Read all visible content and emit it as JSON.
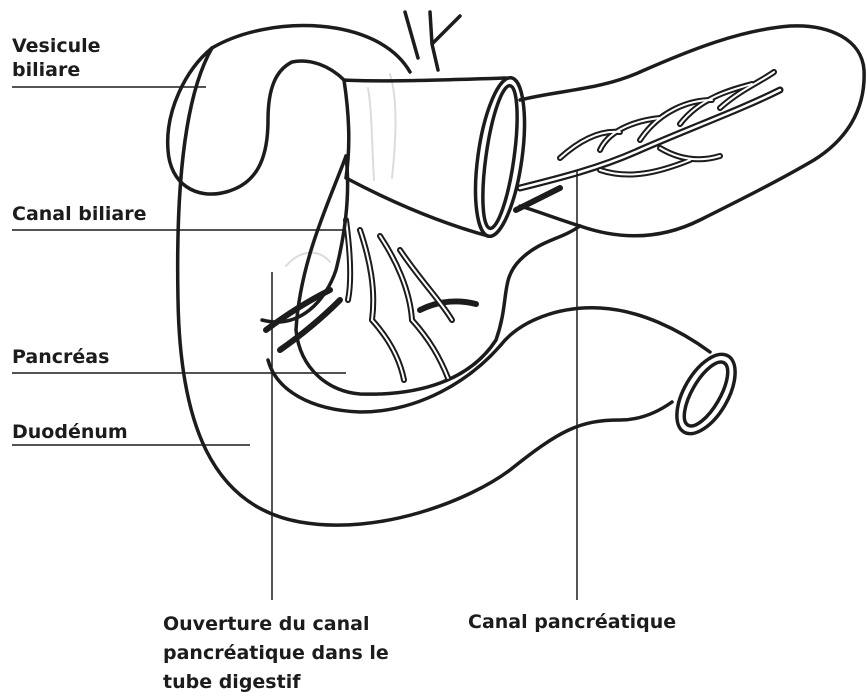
{
  "labels": {
    "vesicule_line1": "Vesicule",
    "vesicule_line2": "biliare",
    "canal_biliaire": "Canal biliare",
    "pancreas": "Pancréas",
    "duodenum": "Duodénum",
    "ouverture_line1": "Ouverture du canal",
    "ouverture_line2": "pancréatique dans le",
    "ouverture_line3": "tube digestif",
    "canal_pancreatique": "Canal pancréatique"
  },
  "colors": {
    "stroke": "#1c1c1c",
    "faint_outline": "#dcdcdc",
    "background": "#ffffff"
  }
}
